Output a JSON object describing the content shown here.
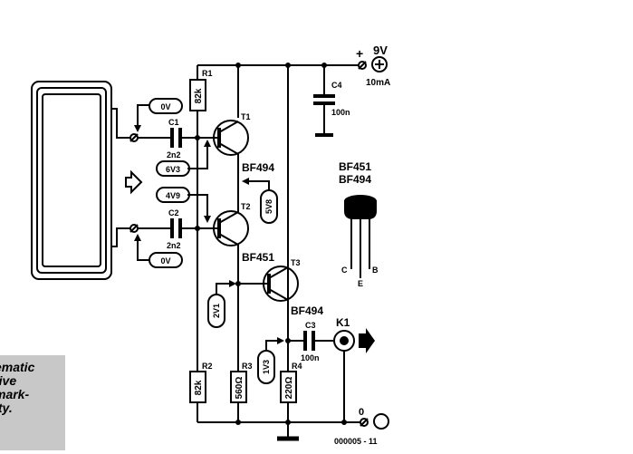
{
  "supply": {
    "plus": "+",
    "voltage": "9V",
    "current": "10mA"
  },
  "components": {
    "r1": {
      "ref": "R1",
      "value": "82k"
    },
    "r2": {
      "ref": "R2",
      "value": "82k"
    },
    "r3": {
      "ref": "R3",
      "value": "560Ω"
    },
    "r4": {
      "ref": "R4",
      "value": "220Ω"
    },
    "c1": {
      "ref": "C1",
      "value": "2n2"
    },
    "c2": {
      "ref": "C2",
      "value": "2n2"
    },
    "c3": {
      "ref": "C3",
      "value": "100n"
    },
    "c4": {
      "ref": "C4",
      "value": "100n"
    },
    "t1": {
      "ref": "T1",
      "type": "BF494"
    },
    "t2": {
      "ref": "T2",
      "type": "BF451"
    },
    "t3": {
      "ref": "T3",
      "type": "BF494"
    },
    "k1": {
      "ref": "K1"
    }
  },
  "test_voltages": {
    "v_c1_top": "0V",
    "v_t1_base": "6V3",
    "v_t2_base": "4V9",
    "v_c2_bottom": "0V",
    "v_t1_emitter": "5V8",
    "v_t3_base": "2V1",
    "v_t3_emitter": "1V3"
  },
  "package": {
    "label_1": "BF451",
    "label_2": "BF494",
    "pin_c": "C",
    "pin_b": "B",
    "pin_e": "E"
  },
  "ground_terminal": {
    "label": "0"
  },
  "figure_id": "000005 - 11",
  "note_lines": [
    "ematic",
    "tive",
    "mark-",
    "ity."
  ]
}
